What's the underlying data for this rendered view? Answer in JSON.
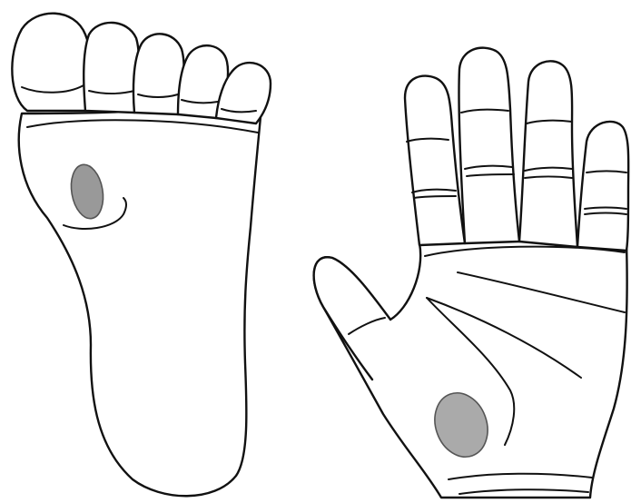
{
  "figure": {
    "subjects": [
      "foot-sole",
      "hand-palm"
    ],
    "marks": [
      {
        "location": "foot-sole-forefoot",
        "shape": "oval",
        "fill": "#999999"
      },
      {
        "location": "hand-palm-thenar",
        "shape": "oval",
        "fill": "#aaaaaa"
      }
    ],
    "colors": {
      "background": "#ffffff",
      "outline": "#111111",
      "lesion_edge": "#555555"
    }
  }
}
